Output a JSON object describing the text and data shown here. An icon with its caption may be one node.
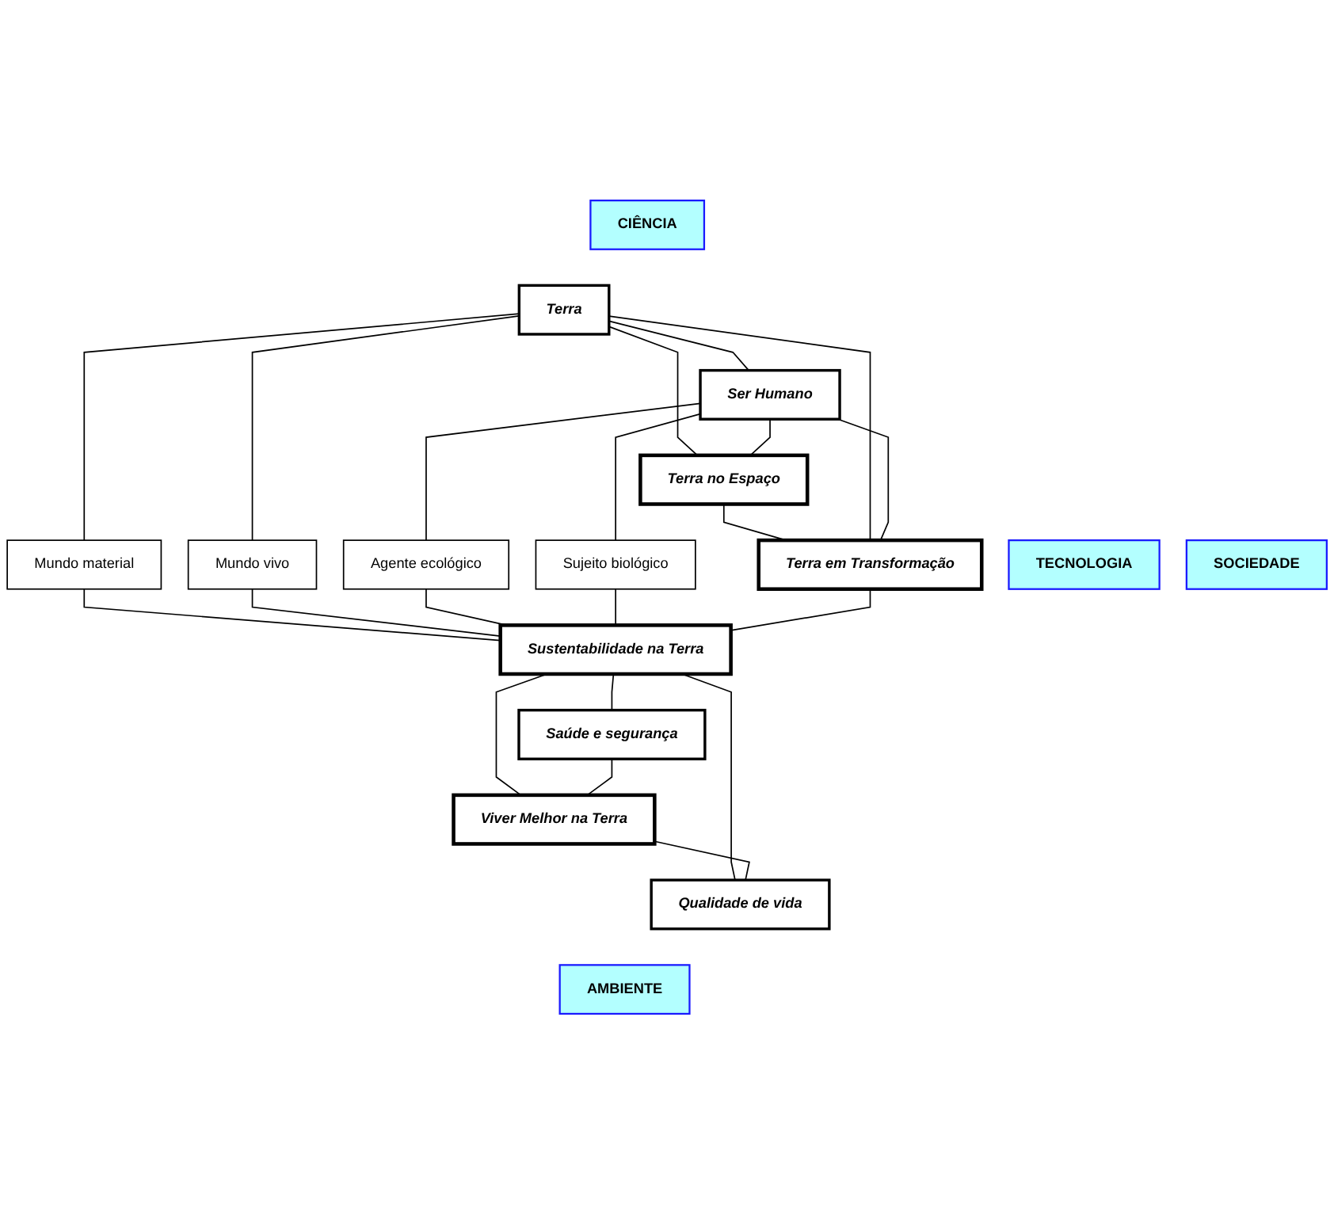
{
  "diagram": {
    "nodes": [
      {
        "text": [
          "CIÊNCIA"
        ]
      },
      {
        "text": [
          "TECNOLOGIA"
        ]
      },
      {
        "text": [
          "SOCIEDADE"
        ]
      },
      {
        "text": [
          "Terra no Espaço"
        ]
      },
      {
        "text": [
          "Terra"
        ]
      },
      {
        "text": [
          "Ser Humano"
        ]
      },
      {
        "text": [
          "Mundo material"
        ]
      },
      {
        "text": [
          "Mundo vivo"
        ]
      },
      {
        "text": [
          "Terra em Transformação"
        ]
      },
      {
        "text": [
          "Agente ecológico"
        ]
      },
      {
        "text": [
          "Sujeito biológico"
        ]
      },
      {
        "text": [
          "Sustentabilidade na Terra"
        ]
      },
      {
        "text": [
          "Saúde e segurança"
        ]
      },
      {
        "text": [
          "Viver Melhor na Terra"
        ]
      },
      {
        "text": [
          "Qualidade de vida"
        ]
      },
      {
        "text": [
          "AMBIENTE"
        ]
      }
    ],
    "edges": [
      {
        "from": 4,
        "to": 5,
        "arrow": "none"
      },
      {
        "from": 3,
        "to": 8,
        "arrow": "none"
      },
      {
        "from": 4,
        "to": 3,
        "arrow": "none"
      },
      {
        "from": 4,
        "to": 8,
        "arrow": "none"
      },
      {
        "from": 5,
        "to": 3,
        "arrow": "none"
      },
      {
        "from": 5,
        "to": 8,
        "arrow": "none"
      },
      {
        "from": 4,
        "to": 6,
        "arrow": "none"
      },
      {
        "from": 4,
        "to": 7,
        "arrow": "none"
      },
      {
        "from": 5,
        "to": 9,
        "arrow": "none"
      },
      {
        "from": 5,
        "to": 10,
        "arrow": "none"
      },
      {
        "from": 6,
        "to": 11,
        "arrow": "none"
      },
      {
        "from": 7,
        "to": 11,
        "arrow": "none"
      },
      {
        "from": 9,
        "to": 11,
        "arrow": "none"
      },
      {
        "from": 10,
        "to": 11,
        "arrow": "none"
      },
      {
        "from": 8,
        "to": 11,
        "arrow": "none"
      },
      {
        "from": 11,
        "to": 12,
        "arrow": "none"
      },
      {
        "from": 11,
        "to": 14,
        "arrow": "none"
      },
      {
        "from": 11,
        "to": 13,
        "arrow": "none"
      },
      {
        "from": 12,
        "to": 13,
        "arrow": "none"
      },
      {
        "from": 13,
        "to": 14,
        "arrow": "none"
      }
    ]
  }
}
